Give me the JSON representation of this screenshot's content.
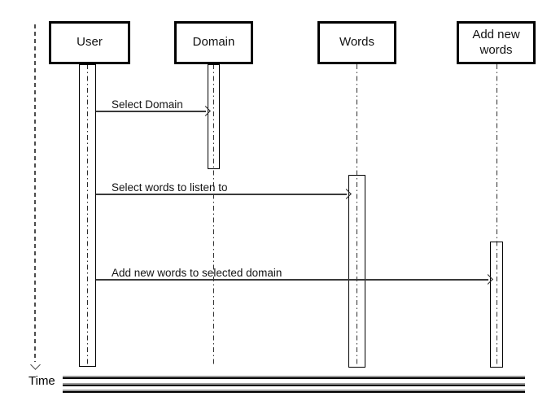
{
  "diagram": {
    "type": "uml-sequence-diagram",
    "time_label": "Time",
    "actors": [
      {
        "label": "User"
      },
      {
        "label": "Domain"
      },
      {
        "label": "Words"
      },
      {
        "label": "Add new words"
      }
    ],
    "messages": [
      {
        "label": "Select Domain",
        "from": "User",
        "to": "Domain"
      },
      {
        "label": "Select words to listen to",
        "from": "User",
        "to": "Words"
      },
      {
        "label": "Add new words to selected domain",
        "from": "User",
        "to": "Add new words"
      }
    ],
    "icons": {
      "time_axis_arrow": "chevron-down",
      "message_arrow": "chevron-right"
    },
    "colors": {
      "actor_border": "#000000",
      "lifeline": "#2b2b2b",
      "message_line": "#3a3a3a",
      "time_axis": "#4d4d4d",
      "background": "#ffffff"
    }
  }
}
